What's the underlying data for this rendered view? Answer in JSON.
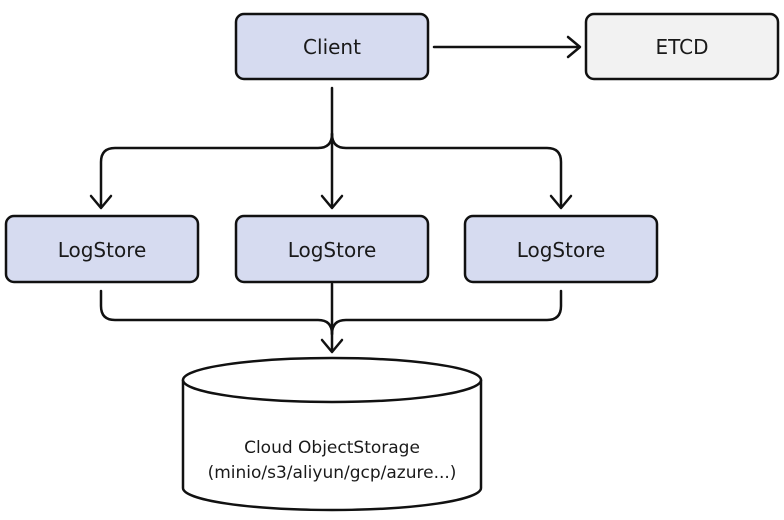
{
  "nodes": {
    "client": {
      "label": "Client"
    },
    "etcd": {
      "label": "ETCD"
    },
    "logstores": [
      {
        "label": "LogStore"
      },
      {
        "label": "LogStore"
      },
      {
        "label": "LogStore"
      }
    ],
    "storage": {
      "line1": "Cloud ObjectStorage",
      "line2": "(minio/s3/aliyun/gcp/azure...)"
    }
  },
  "colors": {
    "primary_fill": "#d6dbf0",
    "secondary_fill": "#f2f2f2",
    "stroke": "#111111"
  }
}
